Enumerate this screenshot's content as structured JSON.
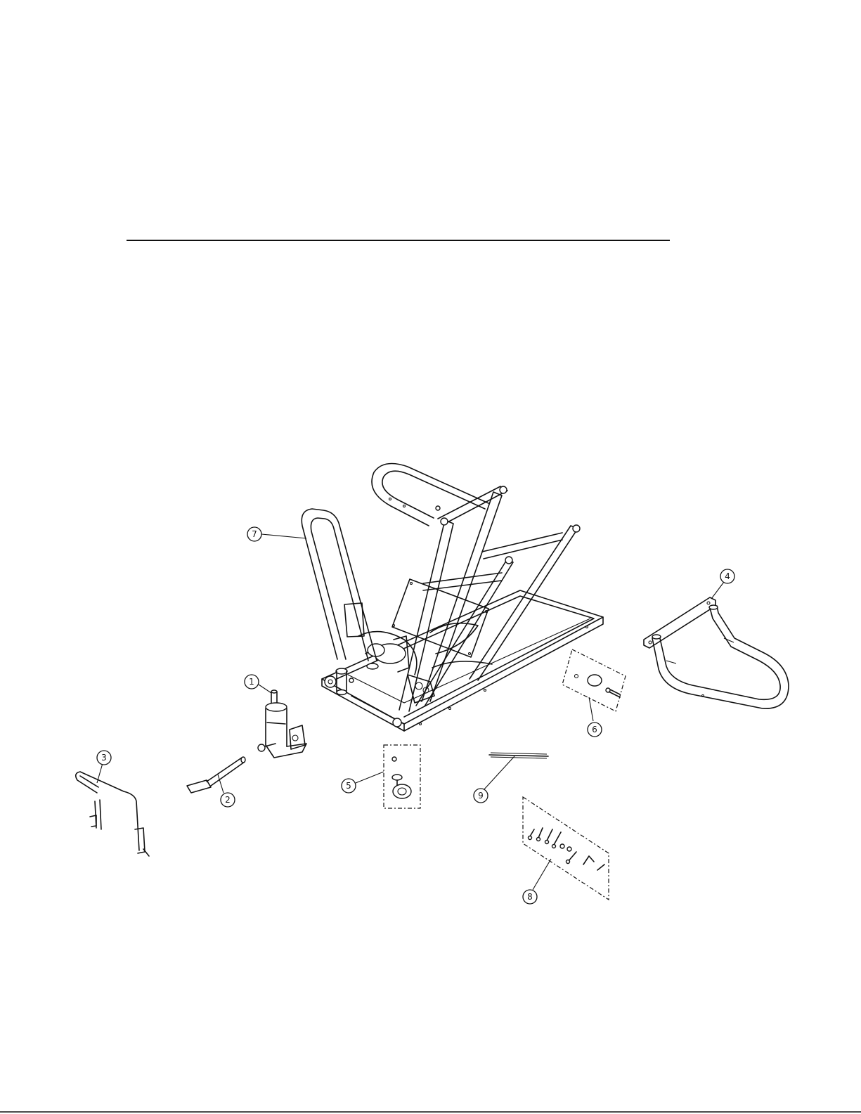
{
  "callouts": {
    "c1": "1",
    "c2": "2",
    "c3": "3",
    "c4": "4",
    "c5": "5",
    "c6": "6",
    "c7": "7",
    "c8": "8",
    "c9": "9"
  },
  "parts": [
    {
      "id": "1",
      "icon": "hydraulic-cylinder-icon"
    },
    {
      "id": "2",
      "icon": "foot-pedal-icon"
    },
    {
      "id": "3",
      "icon": "handle-bar-icon"
    },
    {
      "id": "4",
      "icon": "side-extension-icon"
    },
    {
      "id": "5",
      "icon": "caster-wheel-icon"
    },
    {
      "id": "6",
      "icon": "hardware-kit-icon"
    },
    {
      "id": "7",
      "icon": "lift-frame-icon"
    },
    {
      "id": "8",
      "icon": "bolt-kit-icon"
    },
    {
      "id": "9",
      "icon": "threaded-rod-icon"
    }
  ]
}
